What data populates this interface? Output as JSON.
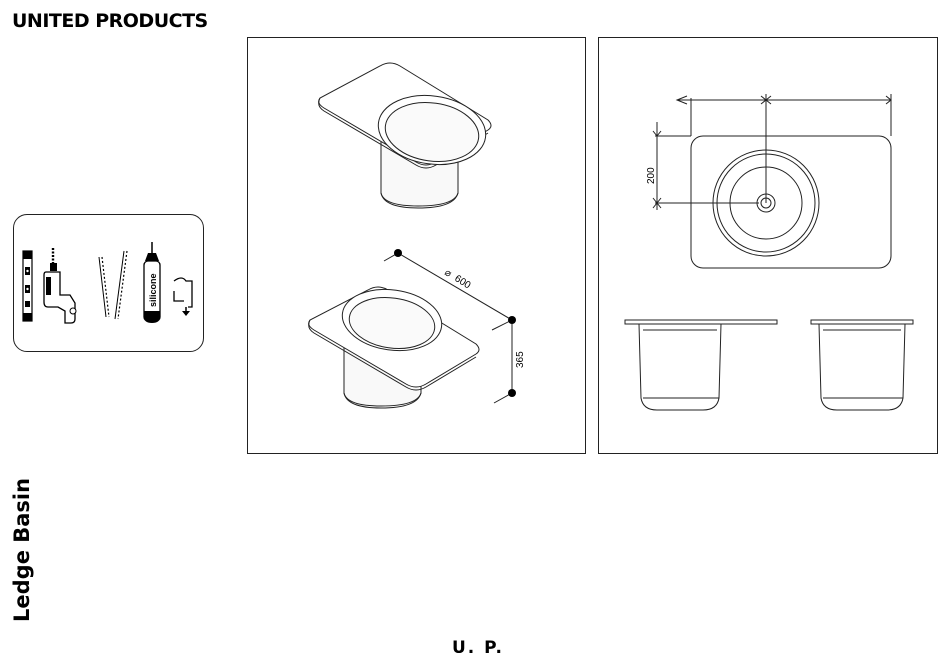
{
  "header": {
    "brand": "UNITED PRODUCTS"
  },
  "tools": {
    "silicone_label": "silicone",
    "icons": [
      "spirit-level-icon",
      "drill-icon",
      "saw-cut-icon",
      "silicone-tube-icon",
      "wall-bracket-icon"
    ]
  },
  "iso_view": {
    "diameter_symbol": "⌀",
    "width_label": "600",
    "height_label": "365"
  },
  "ortho_view": {
    "offset_label": "200"
  },
  "title": "Ledge Basin",
  "footer": {
    "logo": "U. P."
  },
  "colors": {
    "line": "#222222",
    "fill_light": "#f4f4f4"
  }
}
